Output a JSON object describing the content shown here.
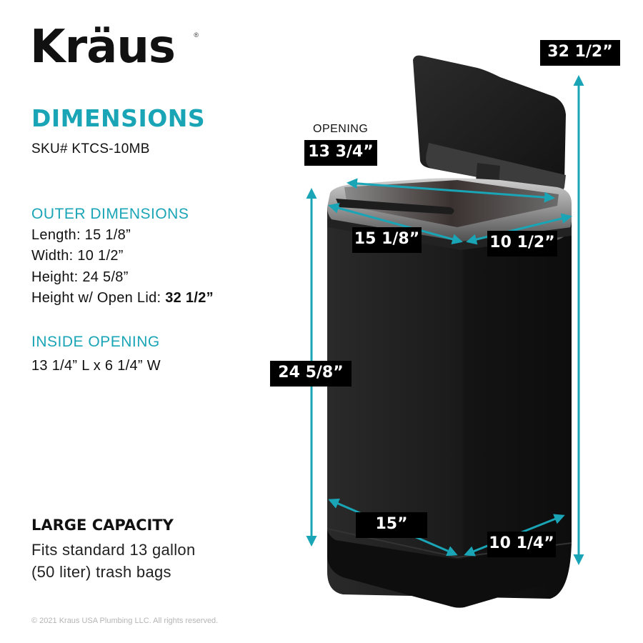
{
  "brand": {
    "logo_text": "Kräus",
    "registered_mark": "®"
  },
  "header": {
    "title": "DIMENSIONS",
    "sku": "SKU# KTCS-10MB"
  },
  "outer_dimensions": {
    "heading": "OUTER DIMENSIONS",
    "length": "Length: 15 1/8”",
    "width": "Width: 10 1/2”",
    "height": "Height: 24 5/8”",
    "height_open_label": "Height w/ Open Lid: ",
    "height_open_value": "32 1/2”"
  },
  "inside_opening": {
    "heading": "INSIDE OPENING",
    "value": "13 1/4” L x 6 1/4” W"
  },
  "capacity": {
    "heading": "LARGE CAPACITY",
    "line1": "Fits standard 13 gallon",
    "line2": "(50 liter) trash bags"
  },
  "footer": {
    "copyright": "© 2021 Kraus USA Plumbing LLC. All rights reserved."
  },
  "diagram": {
    "opening_caption": "OPENING",
    "labels": {
      "opening_diagonal": "13 3/4”",
      "total_height": "32 1/2”",
      "top_length": "15 1/8”",
      "top_width": "10 1/2”",
      "body_height": "24 5/8”",
      "base_length": "15”",
      "base_width": "10 1/4”"
    },
    "colors": {
      "accent": "#1aa5b6",
      "label_bg": "#000000",
      "bin_body": "#1c1c1c",
      "rim": "#9a9a9a"
    }
  }
}
